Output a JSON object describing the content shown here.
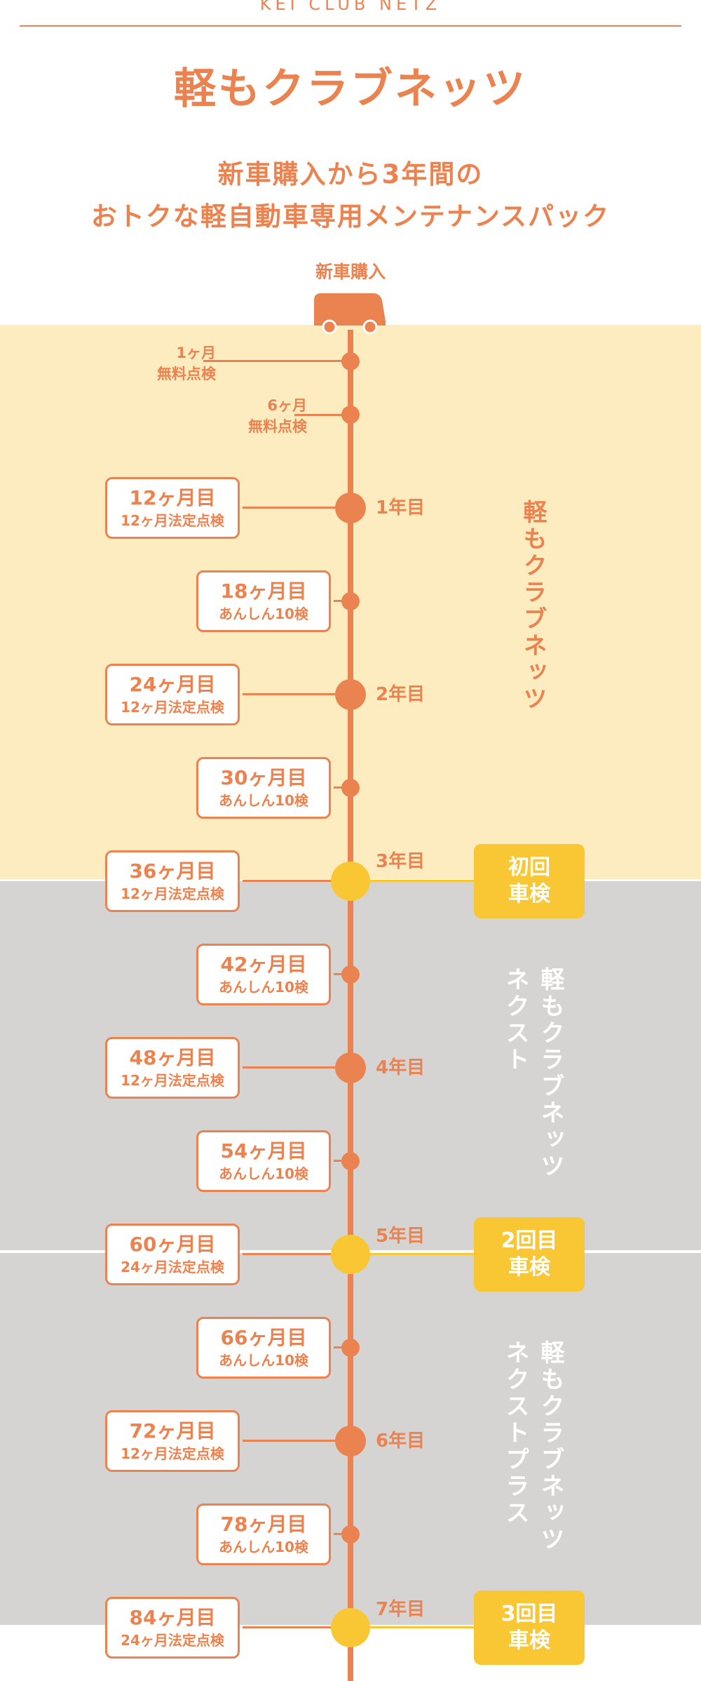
{
  "header": {
    "brand_en": "KEI CLUB NETZ",
    "title": "軽もクラブネッツ",
    "subtitle_line1": "新車購入から3年間の",
    "subtitle_line2": "おトクな軽自動車専用メンテナンスパック"
  },
  "start": {
    "label": "新車購入",
    "icon": "car-icon"
  },
  "free_checks": [
    {
      "month": "1ヶ月",
      "type": "無料点検"
    },
    {
      "month": "6ヶ月",
      "type": "無料点検"
    }
  ],
  "milestones": [
    {
      "month": "12ヶ月目",
      "type": "12ヶ月法定点検"
    },
    {
      "month": "18ヶ月目",
      "type": "あんしん10検"
    },
    {
      "month": "24ヶ月目",
      "type": "12ヶ月法定点検"
    },
    {
      "month": "30ヶ月目",
      "type": "あんしん10検"
    },
    {
      "month": "36ヶ月目",
      "type": "12ヶ月法定点検"
    },
    {
      "month": "42ヶ月目",
      "type": "あんしん10検"
    },
    {
      "month": "48ヶ月目",
      "type": "12ヶ月法定点検"
    },
    {
      "month": "54ヶ月目",
      "type": "あんしん10検"
    },
    {
      "month": "60ヶ月目",
      "type": "24ヶ月法定点検"
    },
    {
      "month": "66ヶ月目",
      "type": "あんしん10検"
    },
    {
      "month": "72ヶ月目",
      "type": "12ヶ月法定点検"
    },
    {
      "month": "78ヶ月目",
      "type": "あんしん10検"
    },
    {
      "month": "84ヶ月目",
      "type": "24ヶ月法定点検"
    }
  ],
  "years": [
    "1年目",
    "2年目",
    "3年目",
    "4年目",
    "5年目",
    "6年目",
    "7年目"
  ],
  "inspections": [
    {
      "line1": "初回",
      "line2": "車検"
    },
    {
      "line1": "2回目",
      "line2": "車検"
    },
    {
      "line1": "3回目",
      "line2": "車検"
    }
  ],
  "plans": [
    {
      "lines": [
        "軽もクラブネッツ"
      ]
    },
    {
      "lines": [
        "軽もクラブネッツ",
        "ネクスト"
      ]
    },
    {
      "lines": [
        "軽もクラブネッツ",
        "ネクストプラス"
      ]
    }
  ],
  "colors": {
    "accent": "#eb8350",
    "inspection": "#f9c734",
    "plan_base_bg": "#fdecc0",
    "plan_extension_bg": "#d6d4d3"
  }
}
